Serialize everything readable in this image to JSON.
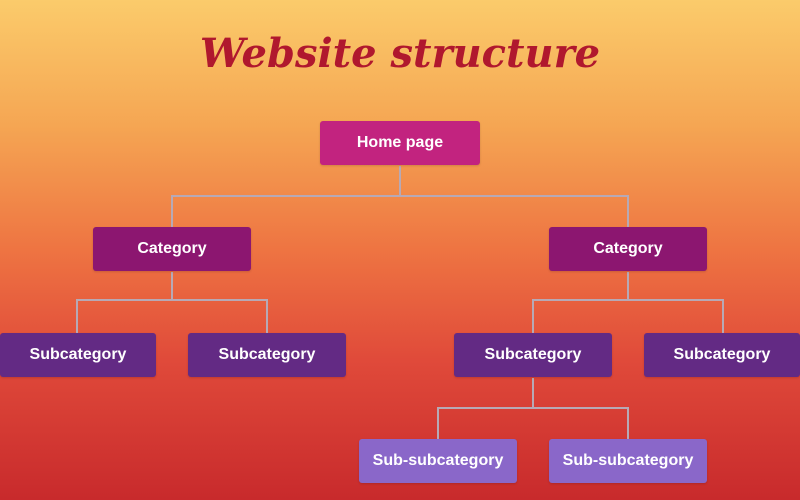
{
  "title": "Website structure",
  "nodes": {
    "home": "Home page",
    "category_left": "Category",
    "category_right": "Category",
    "subcategory_1": "Subcategory",
    "subcategory_2": "Subcategory",
    "subcategory_3": "Subcategory",
    "subcategory_4": "Subcategory",
    "subsubcategory_1": "Sub-subcategory",
    "subsubcategory_2": "Sub-subcategory"
  },
  "colors": {
    "title": "#b0182e",
    "home": "#c2237f",
    "category": "#8c1670",
    "subcategory": "#632a84",
    "subsubcategory": "#8a67c9",
    "connector": "#b7a9b5"
  }
}
